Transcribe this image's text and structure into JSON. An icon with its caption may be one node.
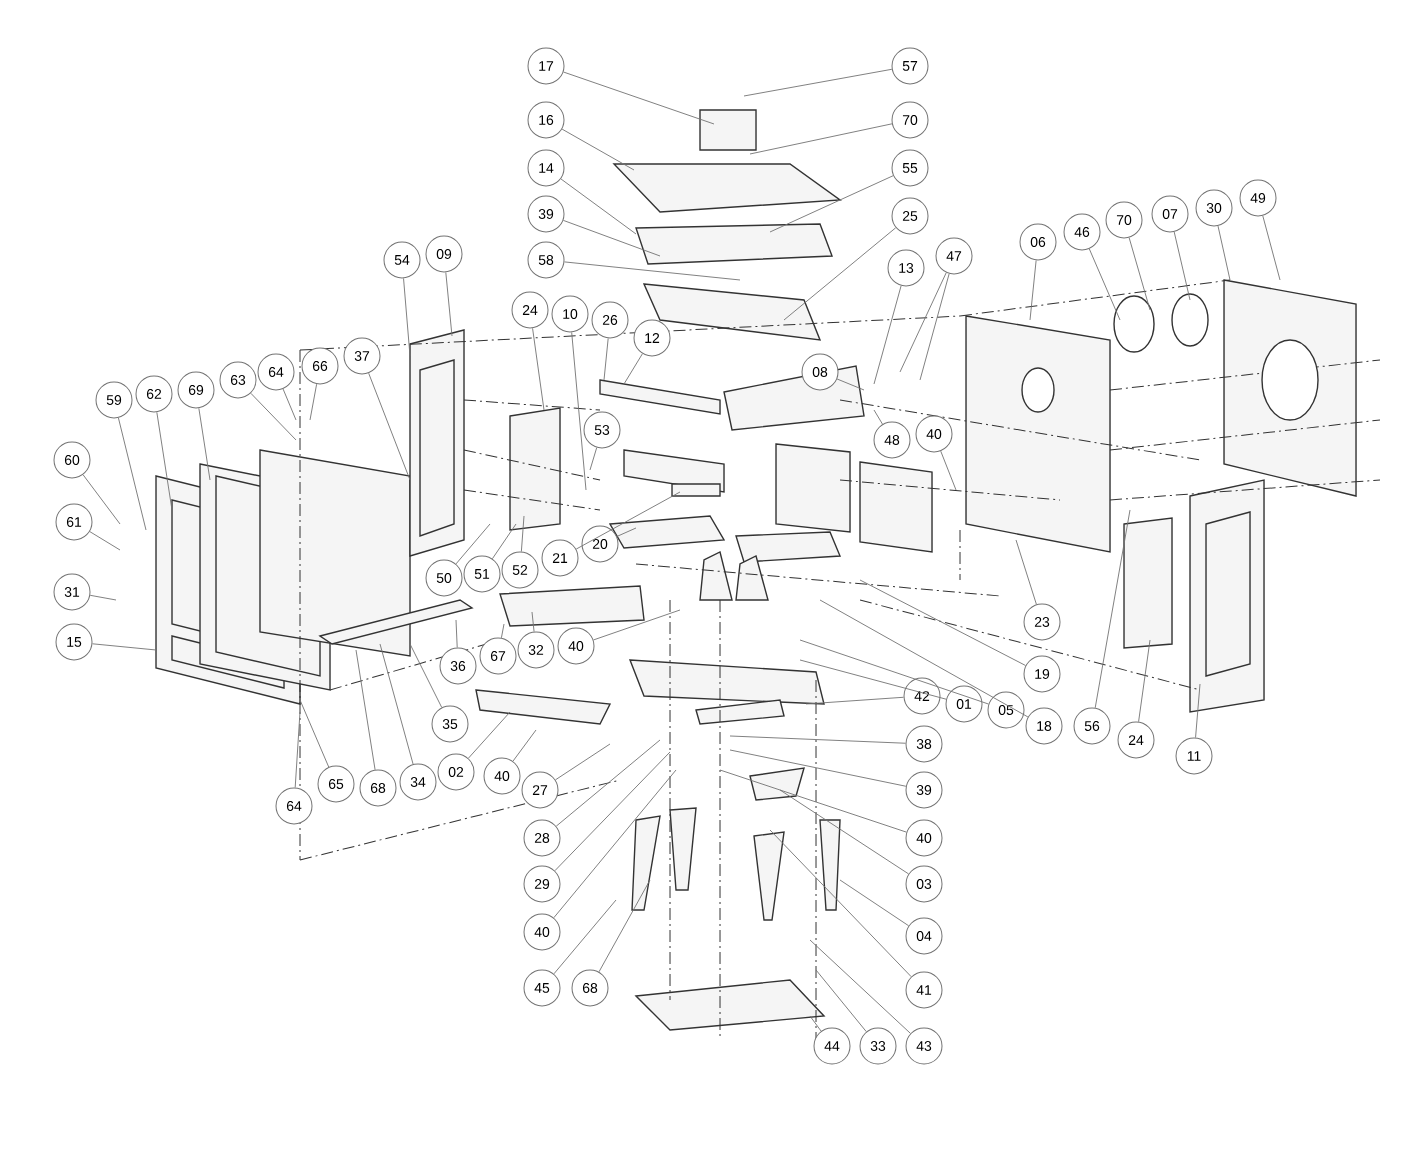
{
  "diagram": {
    "nodes": [
      {
        "text": [
          "17"
        ]
      },
      {
        "text": [
          "57"
        ]
      },
      {
        "text": [
          "16"
        ]
      },
      {
        "text": [
          "70"
        ]
      },
      {
        "text": [
          "14"
        ]
      },
      {
        "text": [
          "55"
        ]
      },
      {
        "text": [
          "39"
        ]
      },
      {
        "text": [
          "25"
        ]
      },
      {
        "text": [
          "58"
        ]
      },
      {
        "text": [
          "13"
        ]
      },
      {
        "text": [
          "47"
        ]
      },
      {
        "text": [
          "06"
        ]
      },
      {
        "text": [
          "46"
        ]
      },
      {
        "text": [
          "70"
        ]
      },
      {
        "text": [
          "07"
        ]
      },
      {
        "text": [
          "30"
        ]
      },
      {
        "text": [
          "49"
        ]
      },
      {
        "text": [
          "54"
        ]
      },
      {
        "text": [
          "09"
        ]
      },
      {
        "text": [
          "24"
        ]
      },
      {
        "text": [
          "10"
        ]
      },
      {
        "text": [
          "26"
        ]
      },
      {
        "text": [
          "12"
        ]
      },
      {
        "text": [
          "08"
        ]
      },
      {
        "text": [
          "48"
        ]
      },
      {
        "text": [
          "40"
        ]
      },
      {
        "text": [
          "37"
        ]
      },
      {
        "text": [
          "63"
        ]
      },
      {
        "text": [
          "64"
        ]
      },
      {
        "text": [
          "66"
        ]
      },
      {
        "text": [
          "69"
        ]
      },
      {
        "text": [
          "62"
        ]
      },
      {
        "text": [
          "59"
        ]
      },
      {
        "text": [
          "60"
        ]
      },
      {
        "text": [
          "61"
        ]
      },
      {
        "text": [
          "31"
        ]
      },
      {
        "text": [
          "15"
        ]
      },
      {
        "text": [
          "53"
        ]
      },
      {
        "text": [
          "50"
        ]
      },
      {
        "text": [
          "51"
        ]
      },
      {
        "text": [
          "52"
        ]
      },
      {
        "text": [
          "21"
        ]
      },
      {
        "text": [
          "20"
        ]
      },
      {
        "text": [
          "23"
        ]
      },
      {
        "text": [
          "19"
        ]
      },
      {
        "text": [
          "18"
        ]
      },
      {
        "text": [
          "05"
        ]
      },
      {
        "text": [
          "01"
        ]
      },
      {
        "text": [
          "42"
        ]
      },
      {
        "text": [
          "56"
        ]
      },
      {
        "text": [
          "24"
        ]
      },
      {
        "text": [
          "11"
        ]
      },
      {
        "text": [
          "32"
        ]
      },
      {
        "text": [
          "40"
        ]
      },
      {
        "text": [
          "67"
        ]
      },
      {
        "text": [
          "36"
        ]
      },
      {
        "text": [
          "35"
        ]
      },
      {
        "text": [
          "02"
        ]
      },
      {
        "text": [
          "34"
        ]
      },
      {
        "text": [
          "68"
        ]
      },
      {
        "text": [
          "65"
        ]
      },
      {
        "text": [
          "64"
        ]
      },
      {
        "text": [
          "40"
        ]
      },
      {
        "text": [
          "27"
        ]
      },
      {
        "text": [
          "28"
        ]
      },
      {
        "text": [
          "29"
        ]
      },
      {
        "text": [
          "40"
        ]
      },
      {
        "text": [
          "45"
        ]
      },
      {
        "text": [
          "68"
        ]
      },
      {
        "text": [
          "38"
        ]
      },
      {
        "text": [
          "39"
        ]
      },
      {
        "text": [
          "40"
        ]
      },
      {
        "text": [
          "03"
        ]
      },
      {
        "text": [
          "04"
        ]
      },
      {
        "text": [
          "41"
        ]
      },
      {
        "text": [
          "43"
        ]
      },
      {
        "text": [
          "33"
        ]
      },
      {
        "text": [
          "44"
        ]
      }
    ],
    "edges": [
      {
        "from": 0,
        "to": null,
        "arrow": "none"
      },
      {
        "from": 1,
        "to": null,
        "arrow": "none"
      },
      {
        "from": 2,
        "to": null,
        "arrow": "none"
      },
      {
        "from": 3,
        "to": null,
        "arrow": "none"
      },
      {
        "from": 4,
        "to": null,
        "arrow": "none"
      },
      {
        "from": 5,
        "to": null,
        "arrow": "none"
      },
      {
        "from": 6,
        "to": null,
        "arrow": "none"
      },
      {
        "from": 7,
        "to": null,
        "arrow": "none"
      },
      {
        "from": 8,
        "to": null,
        "arrow": "none"
      },
      {
        "from": 9,
        "to": null,
        "arrow": "none"
      },
      {
        "from": 10,
        "to": null,
        "arrow": "none"
      },
      {
        "from": 10,
        "to": null,
        "arrow": "none"
      },
      {
        "from": 11,
        "to": null,
        "arrow": "none"
      },
      {
        "from": 12,
        "to": null,
        "arrow": "none"
      },
      {
        "from": 13,
        "to": null,
        "arrow": "none"
      },
      {
        "from": 14,
        "to": null,
        "arrow": "none"
      },
      {
        "from": 15,
        "to": null,
        "arrow": "none"
      },
      {
        "from": 16,
        "to": null,
        "arrow": "none"
      },
      {
        "from": 17,
        "to": null,
        "arrow": "none"
      },
      {
        "from": 18,
        "to": null,
        "arrow": "none"
      },
      {
        "from": 19,
        "to": null,
        "arrow": "none"
      },
      {
        "from": 20,
        "to": null,
        "arrow": "none"
      },
      {
        "from": 21,
        "to": null,
        "arrow": "none"
      },
      {
        "from": 22,
        "to": null,
        "arrow": "none"
      },
      {
        "from": 23,
        "to": null,
        "arrow": "none"
      },
      {
        "from": 24,
        "to": null,
        "arrow": "none"
      },
      {
        "from": 25,
        "to": null,
        "arrow": "none"
      },
      {
        "from": 26,
        "to": null,
        "arrow": "none"
      },
      {
        "from": 27,
        "to": null,
        "arrow": "none"
      },
      {
        "from": 28,
        "to": null,
        "arrow": "none"
      },
      {
        "from": 29,
        "to": null,
        "arrow": "none"
      },
      {
        "from": 30,
        "to": null,
        "arrow": "none"
      },
      {
        "from": 31,
        "to": null,
        "arrow": "none"
      },
      {
        "from": 32,
        "to": null,
        "arrow": "none"
      },
      {
        "from": 33,
        "to": null,
        "arrow": "none"
      },
      {
        "from": 34,
        "to": null,
        "arrow": "none"
      },
      {
        "from": 35,
        "to": null,
        "arrow": "none"
      },
      {
        "from": 36,
        "to": null,
        "arrow": "none"
      },
      {
        "from": 37,
        "to": null,
        "arrow": "none"
      },
      {
        "from": 38,
        "to": null,
        "arrow": "none"
      },
      {
        "from": 39,
        "to": null,
        "arrow": "none"
      },
      {
        "from": 40,
        "to": null,
        "arrow": "none"
      },
      {
        "from": 41,
        "to": null,
        "arrow": "none"
      },
      {
        "from": 42,
        "to": null,
        "arrow": "none"
      },
      {
        "from": 43,
        "to": null,
        "arrow": "none"
      },
      {
        "from": 44,
        "to": null,
        "arrow": "none"
      },
      {
        "from": 45,
        "to": null,
        "arrow": "none"
      },
      {
        "from": 46,
        "to": null,
        "arrow": "none"
      },
      {
        "from": 47,
        "to": null,
        "arrow": "none"
      },
      {
        "from": 48,
        "to": null,
        "arrow": "none"
      },
      {
        "from": 49,
        "to": null,
        "arrow": "none"
      },
      {
        "from": 50,
        "to": null,
        "arrow": "none"
      },
      {
        "from": 51,
        "to": null,
        "arrow": "none"
      },
      {
        "from": 52,
        "to": null,
        "arrow": "none"
      },
      {
        "from": 53,
        "to": null,
        "arrow": "none"
      },
      {
        "from": 54,
        "to": null,
        "arrow": "none"
      },
      {
        "from": 55,
        "to": null,
        "arrow": "none"
      },
      {
        "from": 56,
        "to": null,
        "arrow": "none"
      },
      {
        "from": 57,
        "to": null,
        "arrow": "none"
      },
      {
        "from": 58,
        "to": null,
        "arrow": "none"
      },
      {
        "from": 59,
        "to": null,
        "arrow": "none"
      },
      {
        "from": 60,
        "to": null,
        "arrow": "none"
      },
      {
        "from": 61,
        "to": null,
        "arrow": "none"
      },
      {
        "from": 62,
        "to": null,
        "arrow": "none"
      },
      {
        "from": 63,
        "to": null,
        "arrow": "none"
      },
      {
        "from": 64,
        "to": null,
        "arrow": "none"
      },
      {
        "from": 65,
        "to": null,
        "arrow": "none"
      },
      {
        "from": 66,
        "to": null,
        "arrow": "none"
      },
      {
        "from": 67,
        "to": null,
        "arrow": "none"
      },
      {
        "from": 68,
        "to": null,
        "arrow": "none"
      },
      {
        "from": 69,
        "to": null,
        "arrow": "none"
      },
      {
        "from": 70,
        "to": null,
        "arrow": "none"
      },
      {
        "from": 71,
        "to": null,
        "arrow": "none"
      },
      {
        "from": 72,
        "to": null,
        "arrow": "none"
      },
      {
        "from": 73,
        "to": null,
        "arrow": "none"
      },
      {
        "from": 74,
        "to": null,
        "arrow": "none"
      },
      {
        "from": 75,
        "to": null,
        "arrow": "none"
      },
      {
        "from": 76,
        "to": null,
        "arrow": "none"
      },
      {
        "from": 77,
        "to": null,
        "arrow": "none"
      }
    ]
  }
}
